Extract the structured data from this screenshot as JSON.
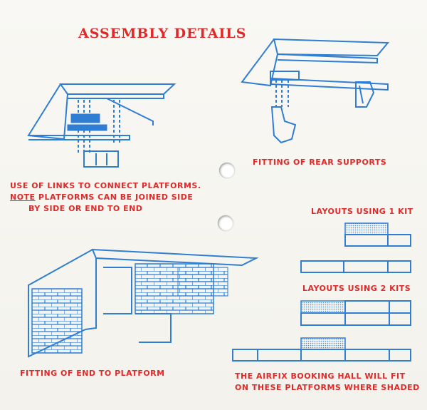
{
  "title": "ASSEMBLY  DETAILS",
  "captions": {
    "rear_supports": "FITTING OF REAR SUPPORTS",
    "links_line1": "USE OF LINKS TO CONNECT  PLATFORMS.",
    "links_note": "NOTE",
    "links_line2_rest": " PLATFORMS CAN BE JOINED SIDE",
    "links_line3": "BY SIDE OR END TO END",
    "layouts_1": "LAYOUTS USING 1 KIT",
    "layouts_2": "LAYOUTS USING 2 KITS",
    "end_to_platform": "FITTING OF END TO PLATFORM",
    "booking_hall_line1": "THE AIRFIX BOOKING HALL WILL FIT",
    "booking_hall_line2": "ON THESE PLATFORMS WHERE SHADED"
  },
  "colors": {
    "caption_red": "#e02a2a",
    "drawing_blue": "#2f7ed4",
    "paper": "#f7f6f1"
  }
}
